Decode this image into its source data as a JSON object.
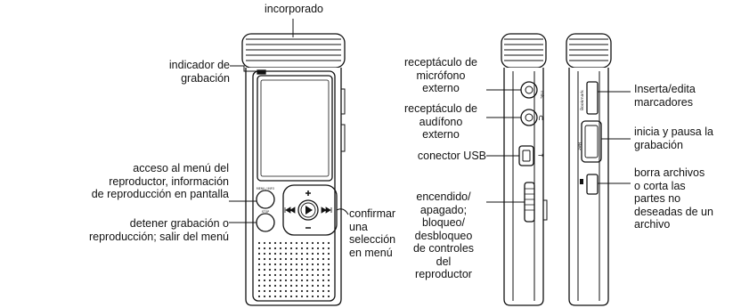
{
  "labels": {
    "top": "incorporado",
    "rec_indicator": "indicador de\ngrabación",
    "menu": "acceso al menú del\nreproductor, información\nde reproducción en pantalla",
    "stop": "detener grabación o\nreproducción; salir del menú",
    "confirm": "confirmar\nuna\nselección\nen menú",
    "mic_jack": "receptáculo de\nmicrófono\nexterno",
    "headphone_jack": "receptáculo de\naudífono\nexterno",
    "usb": "conector USB",
    "power": "encendido/\napagado;\nbloqueo/\ndesbloqueo\nde controles\ndel\nreproductor",
    "bookmark": "Inserta/edita\nmarcadores",
    "record": "inicia y pausa la\ngrabación",
    "delete": "borra archivos\no corta las\npartes no\ndeseadas de un\narchivo"
  },
  "device_text": {
    "menu_button": "MENU / INFO",
    "stop_button": "STOP",
    "bookmark": "Bookmark",
    "rec": "Rec"
  },
  "icons": [
    "play-icon",
    "prev-icon",
    "next-icon",
    "plus-icon",
    "minus-icon",
    "microphone-icon",
    "headphone-icon",
    "usb-icon",
    "trash-icon"
  ]
}
